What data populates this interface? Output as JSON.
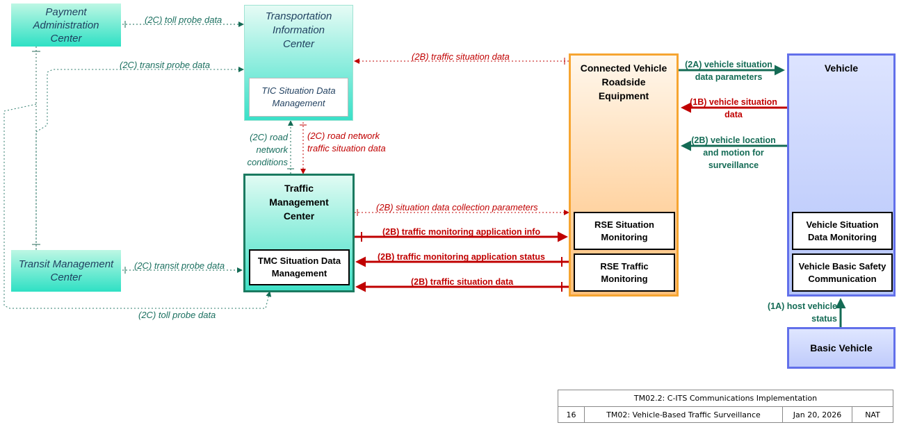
{
  "nodes": {
    "payment_admin": "Payment Administration Center",
    "tic": "Transportation Information Center",
    "tic_sub": "TIC Situation Data Management",
    "transit_mgmt": "Transit Management Center",
    "tmc": "Traffic Management Center",
    "tmc_sub": "TMC Situation Data Management",
    "rse": "Connected Vehicle Roadside Equipment",
    "rse_sub1": "RSE Situation Monitoring",
    "rse_sub2": "RSE Traffic Monitoring",
    "vehicle": "Vehicle",
    "vehicle_sub1": "Vehicle Situation Data Monitoring",
    "vehicle_sub2": "Vehicle Basic Safety Communication",
    "basic_vehicle": "Basic Vehicle"
  },
  "flows": {
    "toll_probe_top": "(2C) toll probe data",
    "transit_probe_top": "(2C) transit probe data",
    "traffic_situation_tic": "(2B) traffic situation data",
    "road_network_conditions": "(2C) road network conditions",
    "road_network_traffic": "(2C) road network traffic situation data",
    "collection_params": "(2B) situation data collection parameters",
    "app_info": "(2B) traffic monitoring application info",
    "app_status": "(2B) traffic monitoring application status",
    "traffic_situation_tmc": "(2B) traffic situation data",
    "transit_probe_bottom": "(2C) transit probe data",
    "toll_probe_bottom": "(2C) toll probe data",
    "vehicle_situation_params": "(2A) vehicle situation data parameters",
    "vehicle_situation_data": "(1B) vehicle situation data",
    "vehicle_location": "(2B) vehicle location and motion for surveillance",
    "host_vehicle_status": "(1A) host vehicle status"
  },
  "footer": {
    "course": "TM02.2: C-ITS Communications Implementation",
    "page": "16",
    "module": "TM02: Vehicle-Based Traffic Surveillance",
    "date": "Jan 20, 2026",
    "org": "NAT"
  },
  "colors": {
    "teal_flow": "#146b55",
    "red_flow": "#c00000",
    "rse_border": "#f6a531",
    "vehicle_border": "#6270ea",
    "tmc_border": "#1a7a60"
  }
}
